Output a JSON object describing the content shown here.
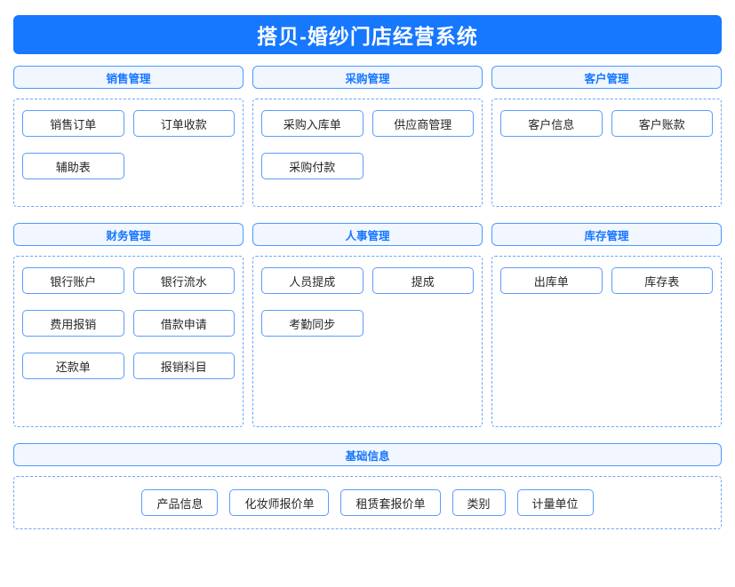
{
  "app": {
    "title": "搭贝-婚纱门店经营系统",
    "title_bg": "#1677ff",
    "title_color": "#ffffff",
    "accent": "#1677ff",
    "section_header_bg": "#f1f6ff",
    "dashed_border_color": "#69a8f5",
    "item_border_color": "#5b9dfb"
  },
  "rows": [
    {
      "columns": [
        {
          "header": "销售管理",
          "items": [
            {
              "label": "销售订单"
            },
            {
              "label": "订单收款"
            },
            {
              "label": "辅助表"
            }
          ]
        },
        {
          "header": "采购管理",
          "items": [
            {
              "label": "采购入库单"
            },
            {
              "label": "供应商管理"
            },
            {
              "label": "采购付款"
            }
          ]
        },
        {
          "header": "客户管理",
          "items": [
            {
              "label": "客户信息"
            },
            {
              "label": "客户账款"
            }
          ]
        }
      ]
    },
    {
      "columns": [
        {
          "header": "财务管理",
          "items": [
            {
              "label": "银行账户"
            },
            {
              "label": "银行流水"
            },
            {
              "label": "费用报销"
            },
            {
              "label": "借款申请"
            },
            {
              "label": "还款单"
            },
            {
              "label": "报销科目"
            }
          ]
        },
        {
          "header": "人事管理",
          "items": [
            {
              "label": "人员提成"
            },
            {
              "label": "提成"
            },
            {
              "label": "考勤同步"
            }
          ]
        },
        {
          "header": "库存管理",
          "items": [
            {
              "label": "出库单"
            },
            {
              "label": "库存表"
            }
          ]
        }
      ]
    }
  ],
  "basic": {
    "header": "基础信息",
    "items": [
      {
        "label": "产品信息"
      },
      {
        "label": "化妆师报价单"
      },
      {
        "label": "租赁套报价单"
      },
      {
        "label": "类别"
      },
      {
        "label": "计量单位"
      }
    ]
  }
}
